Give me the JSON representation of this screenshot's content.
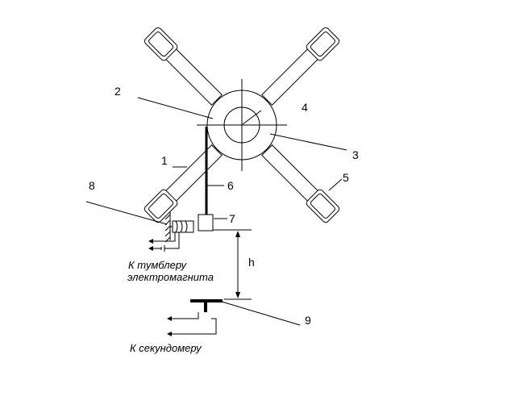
{
  "labels": {
    "n1": "1",
    "n2": "2",
    "n3": "3",
    "n4": "4",
    "n5": "5",
    "n6": "6",
    "n7": "7",
    "n8": "8",
    "n9": "9",
    "h": "h"
  },
  "captions": {
    "switch_line1": "К тумблеру",
    "switch_line2": "электромагнита",
    "stopwatch": "К секундомеру"
  }
}
